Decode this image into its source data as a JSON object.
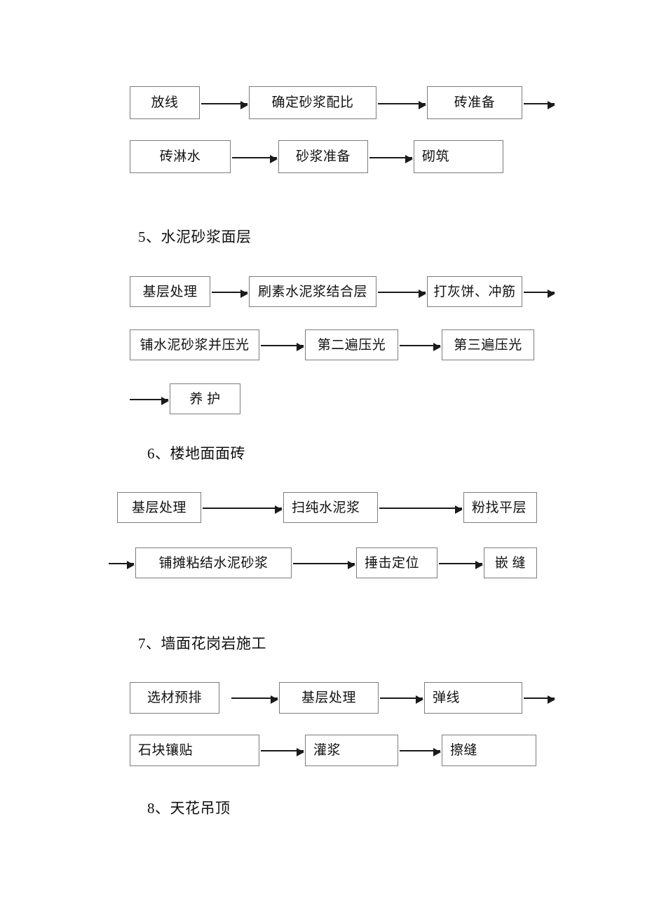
{
  "document": {
    "page_background": "#ffffff",
    "box_border_color": "#7d7d7d",
    "arrow_color": "#1a1a1a"
  },
  "sections": [
    {
      "id": "masonry",
      "heading": "",
      "rows": [
        {
          "nodes": [
            "放线",
            "确定砂浆配比",
            "砖准备"
          ],
          "trailing_arrow": true
        },
        {
          "nodes": [
            "砖淋水",
            "砂浆准备",
            "砌筑"
          ],
          "trailing_arrow": false
        }
      ]
    },
    {
      "id": "cement-mortar-surface",
      "heading": "5、水泥砂浆面层",
      "rows": [
        {
          "nodes": [
            "基层处理",
            "刷素水泥浆结合层",
            "打灰饼、冲筋"
          ],
          "trailing_arrow": true
        },
        {
          "nodes": [
            "铺水泥砂浆并压光",
            "第二遍压光",
            "第三遍压光"
          ],
          "trailing_arrow": false
        },
        {
          "leading_arrow": true,
          "nodes": [
            "养  护"
          ],
          "trailing_arrow": false
        }
      ]
    },
    {
      "id": "floor-tile",
      "heading": "6、楼地面面砖",
      "rows": [
        {
          "nodes": [
            "基层处理",
            "扫纯水泥浆",
            "粉找平层"
          ],
          "trailing_arrow": false
        },
        {
          "leading_arrow": true,
          "nodes": [
            "铺摊粘结水泥砂浆",
            "捶击定位",
            "嵌  缝"
          ],
          "trailing_arrow": false
        }
      ]
    },
    {
      "id": "wall-granite",
      "heading": "7、墙面花岗岩施工",
      "rows": [
        {
          "nodes": [
            "选材预排",
            "基层处理",
            "弹线"
          ],
          "trailing_arrow": true
        },
        {
          "nodes": [
            "石块镶贴",
            "灌浆",
            "擦缝"
          ],
          "trailing_arrow": false
        }
      ]
    },
    {
      "id": "ceiling",
      "heading": "8、天花吊顶",
      "rows": []
    }
  ],
  "nodes": {
    "d1r1n1": "放线",
    "d1r1n2": "确定砂浆配比",
    "d1r1n3": "砖准备",
    "d1r2n1": "砖淋水",
    "d1r2n2": "砂浆准备",
    "d1r2n3": "砌筑",
    "h5": "5、水泥砂浆面层",
    "d2r1n1": "基层处理",
    "d2r1n2": "刷素水泥浆结合层",
    "d2r1n3": "打灰饼、冲筋",
    "d2r2n1": "铺水泥砂浆并压光",
    "d2r2n2": "第二遍压光",
    "d2r2n3": "第三遍压光",
    "d2r3n1": "养  护",
    "h6": "6、楼地面面砖",
    "d3r1n1": "基层处理",
    "d3r1n2": "扫纯水泥浆",
    "d3r1n3": "粉找平层",
    "d3r2n1": "铺摊粘结水泥砂浆",
    "d3r2n2": "捶击定位",
    "d3r2n3": "嵌  缝",
    "h7": "7、墙面花岗岩施工",
    "d4r1n1": "选材预排",
    "d4r1n2": "基层处理",
    "d4r1n3": "弹线",
    "d4r2n1": "石块镶贴",
    "d4r2n2": "灌浆",
    "d4r2n3": "擦缝",
    "h8": "8、天花吊顶"
  }
}
